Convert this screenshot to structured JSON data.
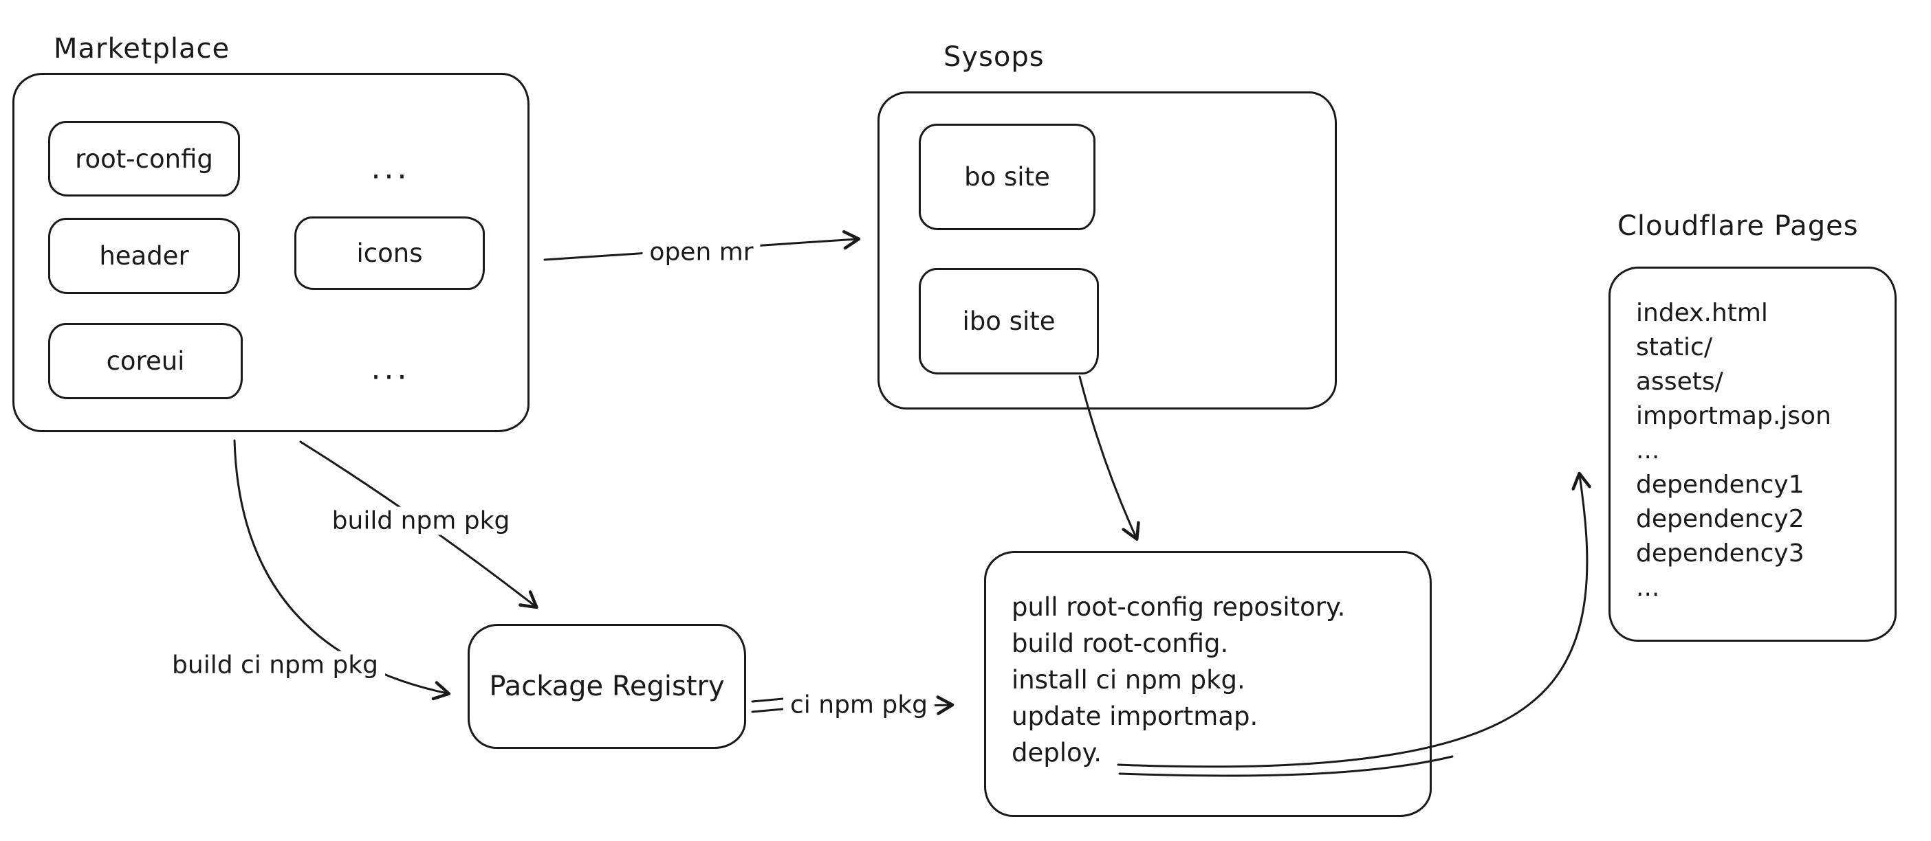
{
  "colors": {
    "stroke": "#1a1a1a",
    "background": "#ffffff"
  },
  "marketplace": {
    "title": "Marketplace",
    "modules": [
      "root-config",
      "header",
      "coreui",
      "icons"
    ],
    "ellipsis_top": "...",
    "ellipsis_bottom": "..."
  },
  "sysops": {
    "title": "Sysops",
    "sites": [
      "bo site",
      "ibo site"
    ]
  },
  "cloudflare_pages": {
    "title": "Cloudflare Pages",
    "files": [
      "index.html",
      "static/",
      "assets/",
      "importmap.json",
      "...",
      "dependency1",
      "dependency2",
      "dependency3",
      "..."
    ]
  },
  "package_registry": {
    "label": "Package Registry"
  },
  "deploy_steps": {
    "steps": [
      "pull root-config repository.",
      "build root-config.",
      "install ci npm pkg.",
      "update importmap.",
      "deploy."
    ]
  },
  "edges": {
    "open_mr": "open mr",
    "build_npm_pkg": "build npm pkg",
    "build_ci_npm_pkg": "build ci npm pkg",
    "ci_npm_pkg": "ci npm pkg"
  }
}
